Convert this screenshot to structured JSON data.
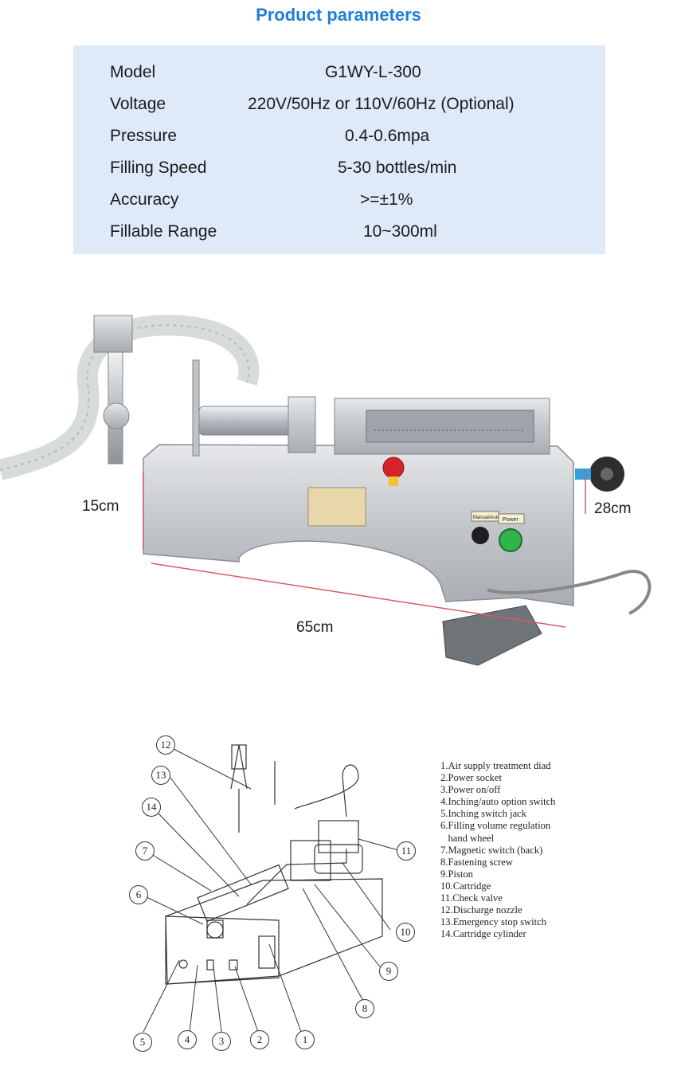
{
  "title": "Product parameters",
  "params": [
    {
      "label": "Model",
      "value": "G1WY-L-300"
    },
    {
      "label": "Voltage",
      "value": "220V/50Hz or 110V/60Hz (Optional)"
    },
    {
      "label": "Pressure",
      "value": "0.4-0.6mpa"
    },
    {
      "label": "Filling Speed",
      "value": "5-30 bottles/min"
    },
    {
      "label": "Accuracy",
      "value": ">=±1%"
    },
    {
      "label": "Fillable Range",
      "value": "10~300ml"
    }
  ],
  "photo": {
    "dimensions": {
      "height_front": "15cm",
      "height_back": "28cm",
      "length": "65cm"
    },
    "plate_labels": {
      "manual_auto": "Manual/Auto",
      "power": "Power"
    }
  },
  "diagram": {
    "callouts": [
      "1",
      "2",
      "3",
      "4",
      "5",
      "6",
      "7",
      "8",
      "9",
      "10",
      "11",
      "12",
      "13",
      "14"
    ],
    "legend": [
      "1.Air supply treatment diad",
      "2.Power socket",
      "3.Power on/off",
      "4.Inching/auto option switch",
      "5.Inching switch jack",
      "6.Filling volume regulation",
      "   hand wheel",
      "7.Magnetic switch (back)",
      "8.Fastening screw",
      "9.Piston",
      "10.Cartridge",
      "11.Check valve",
      "12.Discharge nozzle",
      "13.Emergency stop switch",
      "14.Cartridge cylinder"
    ]
  },
  "colors": {
    "title": "#1e7fd8",
    "table_bg": "#dfeaf8",
    "steel": "#c9ccd0",
    "stop_red": "#d4232a",
    "power_green": "#2fb54a"
  }
}
